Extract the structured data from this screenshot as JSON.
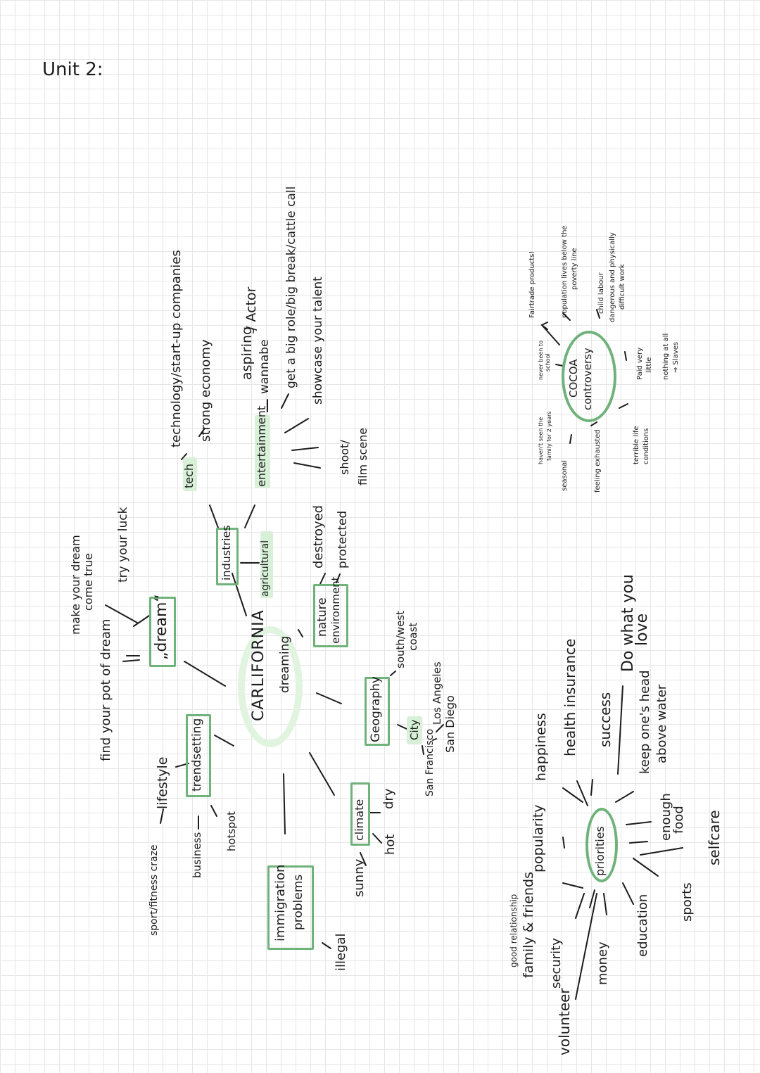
{
  "page_title": "Unit 2:",
  "california_map": {
    "center": {
      "title": "CARLIFORNIA",
      "subtitle": "dreaming"
    },
    "branches": {
      "dream": {
        "label": "„dream“",
        "items": [
          "find your pot of dream",
          "make your dream",
          "come true",
          "try your luck"
        ]
      },
      "trendsetting": {
        "label": "trendsetting",
        "lifestyle": "lifestyle",
        "items": [
          "sport/fitness craze",
          "business",
          "hotspot"
        ]
      },
      "industries": {
        "label": "industries",
        "tech": {
          "label": "tech",
          "items": [
            "technology/start-up companies",
            "strong economy"
          ]
        },
        "entertainment": {
          "label": "entertainment",
          "items": [
            "aspiring",
            "wannabe",
            "/ Actor",
            "get a big role/big break/cattle call",
            "showcase your talent",
            "shoot/",
            "film scene"
          ]
        },
        "agricultural": "agricultural"
      },
      "nature": {
        "label_line1": "nature",
        "label_line2": "environment",
        "items": [
          "destroyed",
          "protected"
        ]
      },
      "geography": {
        "label": "Geography",
        "coast_line1": "south/west",
        "coast_line2": "coast",
        "city": "City",
        "items": [
          "San Francisco",
          "Los Angeles",
          "San Diego"
        ]
      },
      "climate": {
        "label": "climate",
        "items": [
          "dry",
          "hot",
          "sunny"
        ]
      },
      "immigration": {
        "label_line1": "immigration",
        "label_line2": "problems",
        "items": [
          "illegal"
        ]
      }
    }
  },
  "cocoa_map": {
    "center_line1": "COCOA",
    "center_line2": "controversy",
    "items": {
      "fairtrade": "Fairtrade products!",
      "poverty_line1": "population lives below the",
      "poverty_line2": "poverty line",
      "child": "child labour",
      "dangerous_line1": "dangerous and physically",
      "dangerous_line2": "difficult work",
      "never_line1": "never been to",
      "never_line2": "school",
      "paid_line1": "Paid very",
      "paid_line2": "little",
      "nothing_line1": "nothing at all",
      "nothing_line2": "⇒ Slaves",
      "family_line1": "haven't seen the",
      "family_line2": "family for 2 years",
      "seasonal": "seasonal",
      "exhausted": "feeling exhausted",
      "terrible_line1": "terrible life",
      "terrible_line2": "conditions"
    }
  },
  "priorities_map": {
    "center": "priorities",
    "items": {
      "good_relationship": "good relationship",
      "family": "family & friends",
      "popularity": "popularity",
      "happiness": "happiness",
      "health": "health insurance",
      "success": "success",
      "do_love_1": "Do what you",
      "do_love_2": "love",
      "head_1": "keep one's head",
      "head_2": "above water",
      "food_1": "enough",
      "food_2": "food",
      "selfcare": "selfcare",
      "sports": "sports",
      "education": "education",
      "money": "money",
      "security": "security",
      "volunteer": "volunteer"
    }
  },
  "colors": {
    "accent_green": "#6fb27a",
    "highlight": "#d8f0d8",
    "ink": "#1c1c1c",
    "grid": "#e6e6e6"
  }
}
